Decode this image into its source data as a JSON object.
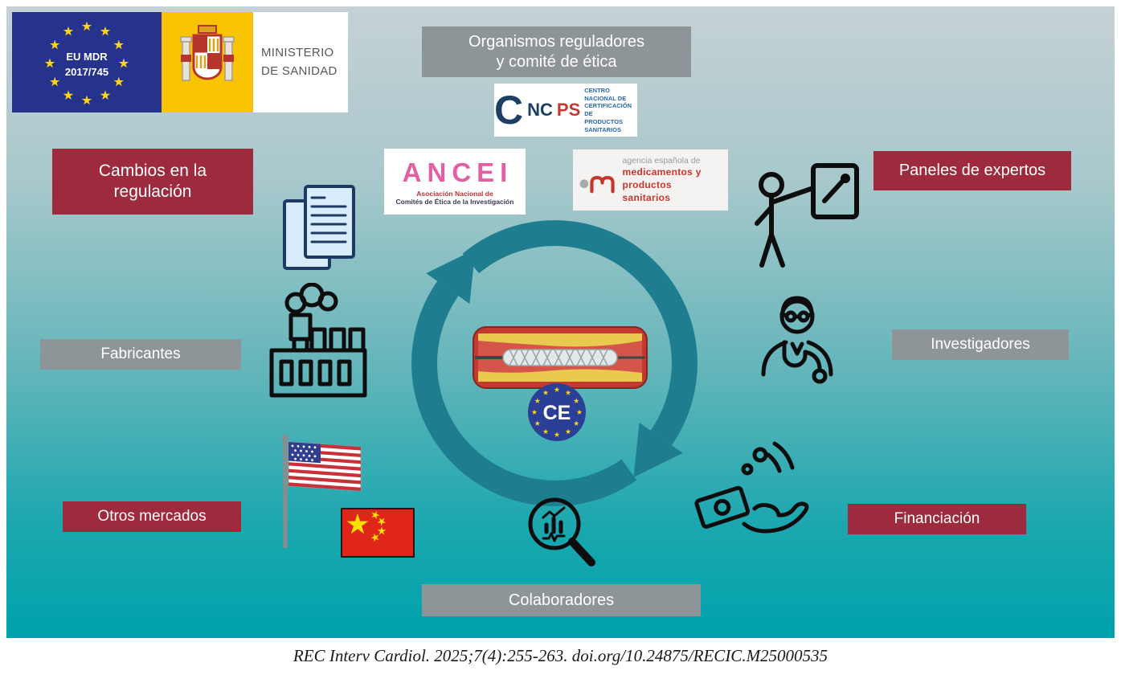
{
  "colors": {
    "dark_red": "#9e2a3e",
    "gray_box": "#8d9599",
    "arrow_teal": "#1e7e8f",
    "eu_blue": "#26338c",
    "spain_yellow": "#f8c301",
    "ce_blue": "#2b3f96",
    "star_yellow": "#ffd617"
  },
  "eu_badge": {
    "line1": "EU MDR",
    "line2": "2017/745"
  },
  "ministry": {
    "line1": "MINISTERIO",
    "line2": "DE SANIDAD"
  },
  "nodes": {
    "regulators": {
      "line1": "Organismos reguladores",
      "line2": "y comité de ética"
    },
    "regulation_changes": {
      "line1": "Cambios en la",
      "line2": "regulación"
    },
    "expert_panels": "Paneles de expertos",
    "manufacturers": "Fabricantes",
    "researchers": "Investigadores",
    "other_markets": "Otros mercados",
    "funding": "Financiación",
    "collaborators": "Colaboradores"
  },
  "logos": {
    "cncps": {
      "big_c": "C",
      "nc": "NC",
      "ps": "PS",
      "line1": "CENTRO NACIONAL DE",
      "line2": "CERTIFICACIÓN DE",
      "line3": "PRODUCTOS SANITARIOS"
    },
    "ancei": {
      "name": "ANCEI",
      "line1": "Asociación Nacional de",
      "line2": "Comités de Ética de la Investigación"
    },
    "aemps": {
      "line1": "agencia española de",
      "line2": "medicamentos y",
      "line3": "productos sanitarios"
    }
  },
  "ce_mark": "CE",
  "caption": "REC Interv Cardiol. 2025;7(4):255-263. doi.org/10.24875/RECIC.M25000535"
}
